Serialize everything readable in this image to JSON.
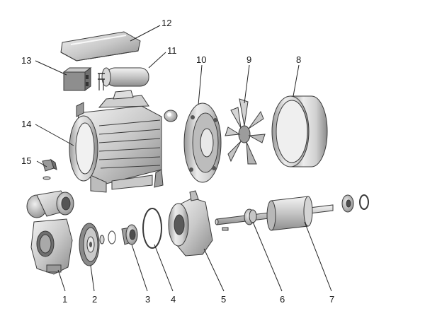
{
  "diagram": {
    "labels": {
      "p1": "1",
      "p2": "2",
      "p3": "3",
      "p4": "4",
      "p5": "5",
      "p6": "6",
      "p7": "7",
      "p8": "8",
      "p9": "9",
      "p10": "10",
      "p11": "11",
      "p12": "12",
      "p13": "13",
      "p14": "14",
      "p15": "15"
    },
    "colors": {
      "metal_light": "#e4e4e4",
      "metal_mid": "#bdbdbd",
      "metal_dark": "#7a7a7a",
      "outline": "#3a3a3a",
      "background": "#ffffff"
    }
  }
}
